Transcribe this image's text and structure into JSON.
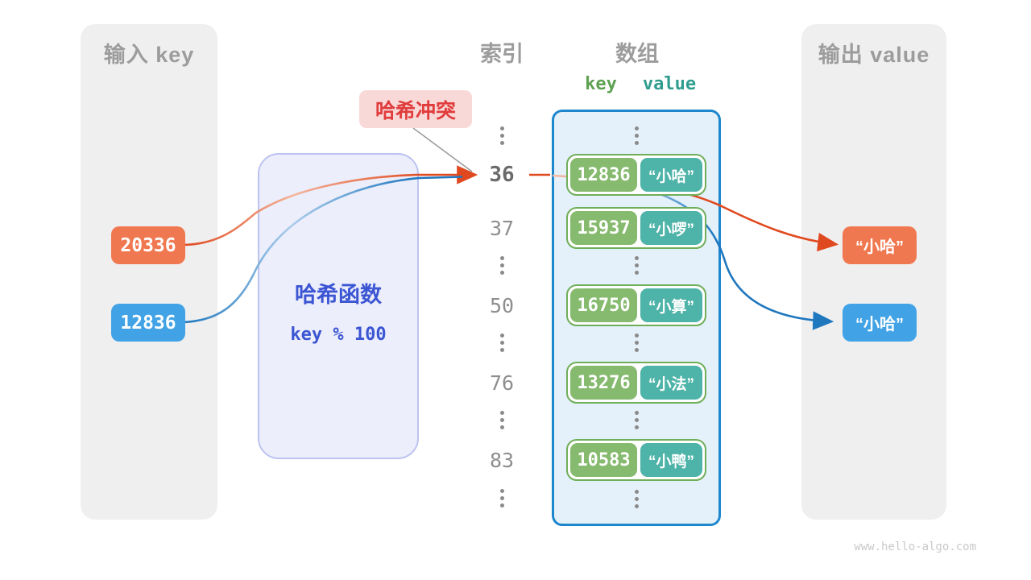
{
  "watermark": "www.hello-algo.com",
  "input_panel": {
    "title": "输入 key",
    "items": [
      {
        "label": "20336",
        "color": "#F07850"
      },
      {
        "label": "12836",
        "color": "#41A3E5"
      }
    ]
  },
  "output_panel": {
    "title": "输出 value",
    "items": [
      {
        "label": "“小哈”",
        "color": "#F07850"
      },
      {
        "label": "“小哈”",
        "color": "#41A3E5"
      }
    ]
  },
  "hash_box": {
    "title": "哈希函数",
    "formula": "key % 100"
  },
  "collision_badge": "哈希冲突",
  "index_header": "索引",
  "array_header": "数组",
  "array_key_header": "key",
  "array_value_header": "value",
  "index_labels": [
    "36",
    "37",
    "50",
    "76",
    "83"
  ],
  "array_rows": [
    {
      "key": "12836",
      "value": "“小哈”"
    },
    {
      "key": "15937",
      "value": "“小啰”"
    },
    {
      "key": "16750",
      "value": "“小算”"
    },
    {
      "key": "13276",
      "value": "“小法”"
    },
    {
      "key": "10583",
      "value": "“小鸭”"
    }
  ],
  "colors": {
    "orange_accent": "#E0491F",
    "blue_accent": "#1F77BE",
    "green_pill": "#86BA6E",
    "teal_pill": "#4EB3A8",
    "array_border": "#1D87CE",
    "hash_text": "#3B55D3",
    "badge_bg": "#F9D8D8",
    "badge_text": "#E03C3C",
    "panel_bg": "#EFEFF0",
    "muted_text": "#9C9C9C"
  }
}
